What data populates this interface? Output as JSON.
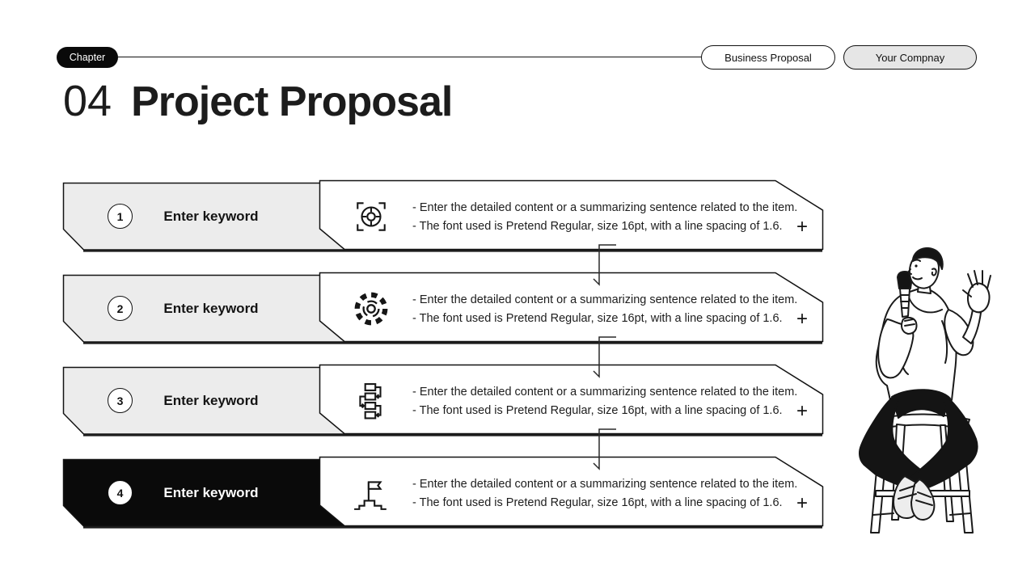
{
  "header": {
    "chapter_label": "Chapter",
    "badges": [
      {
        "label": "Business Proposal"
      },
      {
        "label": "Your Compnay"
      }
    ]
  },
  "title": {
    "number": "04",
    "text": "Project Proposal"
  },
  "rows": [
    {
      "number": "1",
      "keyword": "Enter keyword",
      "icon": "icon-target",
      "icon_name": "focus-target-icon",
      "line1": "- Enter the detailed content or a summarizing sentence related to the item.",
      "line2": "- The font used is Pretend Regular, size 16pt, with a line spacing of 1.6.",
      "plus": "+",
      "variant": "light"
    },
    {
      "number": "2",
      "keyword": "Enter keyword",
      "icon": "icon-gear",
      "icon_name": "gear-icon",
      "line1": "- Enter the detailed content or a summarizing sentence related to the item.",
      "line2": "- The font used is Pretend Regular, size 16pt, with a line spacing of 1.6.",
      "plus": "+",
      "variant": "light"
    },
    {
      "number": "3",
      "keyword": "Enter keyword",
      "icon": "icon-flow",
      "icon_name": "flowchart-icon",
      "line1": "- Enter the detailed content or a summarizing sentence related to the item.",
      "line2": "- The font used is Pretend Regular, size 16pt, with a line spacing of 1.6.",
      "plus": "+",
      "variant": "light"
    },
    {
      "number": "4",
      "keyword": "Enter keyword",
      "icon": "icon-flag",
      "icon_name": "goal-flag-icon",
      "line1": "- Enter the detailed content or a summarizing sentence related to the item.",
      "line2": "- The font used is Pretend Regular, size 16pt, with a line spacing of 1.6.",
      "plus": "+",
      "variant": "dark"
    }
  ],
  "colors": {
    "accent_black": "#0a0a0a",
    "banner_gray": "#ececec",
    "badge_gray": "#e6e6e6",
    "border": "#131313",
    "text": "#1a1a1a"
  },
  "illustration": {
    "name": "speaker-on-stool"
  }
}
